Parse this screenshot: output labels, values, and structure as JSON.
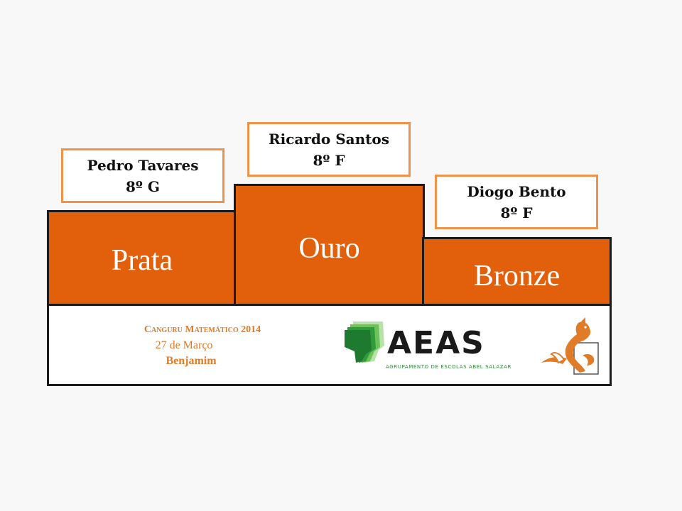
{
  "podium": {
    "silver": {
      "step_label": "Prata",
      "name": "Pedro Tavares",
      "class": "8º G"
    },
    "gold": {
      "step_label": "Ouro",
      "name": "Ricardo Santos",
      "class": "8º F"
    },
    "bronze": {
      "step_label": "Bronze",
      "name": "Diogo Bento",
      "class": "8º F"
    }
  },
  "footer": {
    "title": "Canguru Matemático 2014",
    "date": "27 de Março",
    "level": "Benjamim",
    "logo_text": "AEAS",
    "logo_subtext": "AGRUPAMENTO DE ESCOLAS ABEL SALAZAR",
    "kangaroo_icon": "kangaroo-logo-icon"
  },
  "colors": {
    "orange": "#e2600c",
    "border_orange": "#f0934a",
    "text_orange": "#e07b28",
    "green": "#2e8b3a"
  }
}
